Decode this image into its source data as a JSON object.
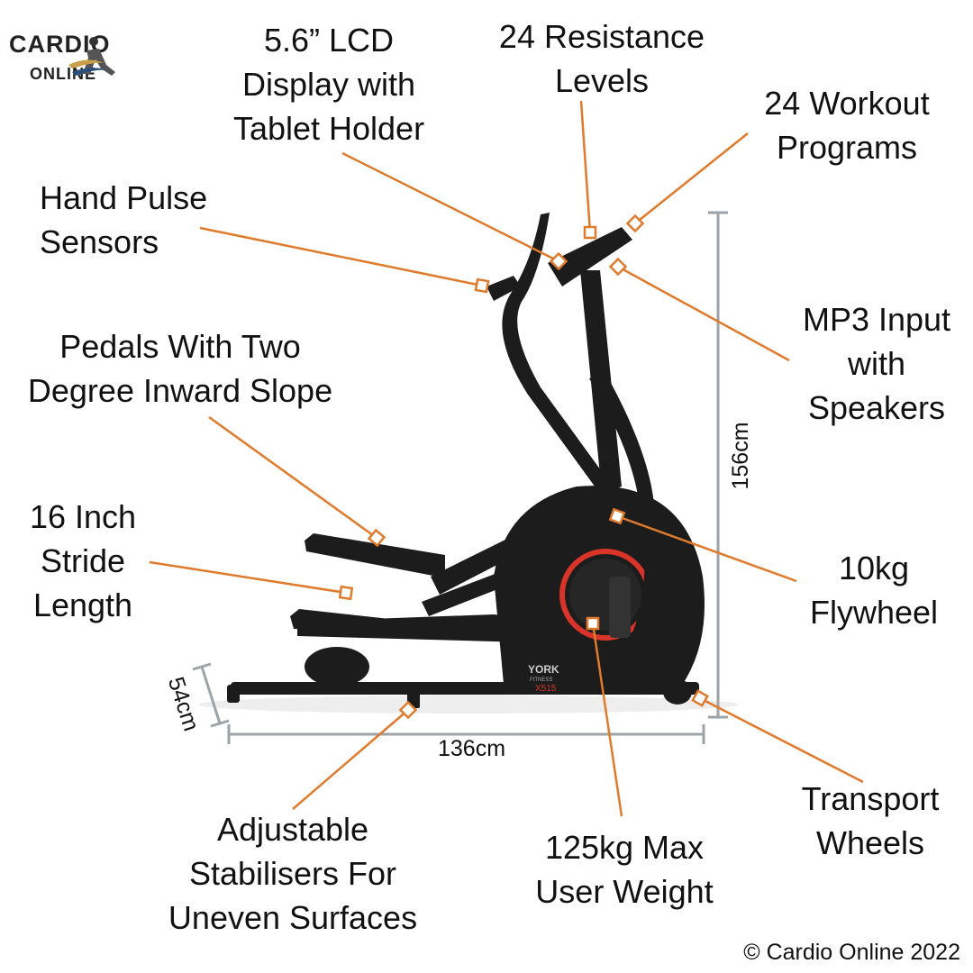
{
  "brand": {
    "logo_line1": "CARDIO",
    "logo_line2": "ONLINE",
    "copyright": "© Cardio Online 2022",
    "machine_badge": "YORK",
    "machine_badge_sub": "FITNESS",
    "machine_model": "X515"
  },
  "callouts": {
    "lcd": [
      "5.6” LCD",
      "Display with",
      "Tablet Holder"
    ],
    "resistance": [
      "24 Resistance",
      "Levels"
    ],
    "workout": [
      "24 Workout",
      "Programs"
    ],
    "pulse": [
      "Hand Pulse",
      "Sensors"
    ],
    "mp3": [
      "MP3 Input",
      "with",
      "Speakers"
    ],
    "pedals": [
      "Pedals With Two",
      "Degree Inward Slope"
    ],
    "stride": [
      "16 Inch",
      "Stride",
      "Length"
    ],
    "flywheel": [
      "10kg",
      "Flywheel"
    ],
    "stabilisers": [
      "Adjustable",
      "Stabilisers For",
      "Uneven Surfaces"
    ],
    "weight": [
      "125kg Max",
      "User Weight"
    ],
    "wheels": [
      "Transport",
      "Wheels"
    ]
  },
  "dimensions": {
    "height": "156cm",
    "length": "136cm",
    "width": "54cm"
  },
  "colors": {
    "leader": "#e07a2c",
    "dimension": "#9ea3a8",
    "machine": "#1c1c1c",
    "accent_red": "#d8342a"
  }
}
